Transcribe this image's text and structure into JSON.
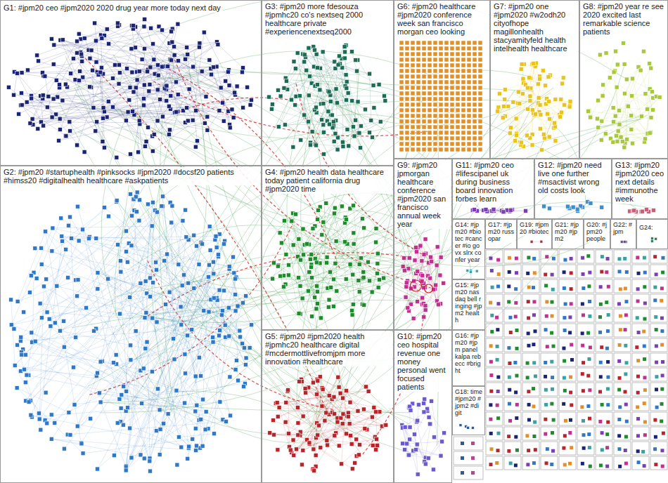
{
  "diagram": {
    "nodes": [
      {
        "text": [
          "G1: #jpm20 ceo #jpm2020 2020 drug year more today next day"
        ]
      },
      {
        "text": [
          "G2: #jpm20 #startuphealth #pinksocks #jpm2020 #docsf20 patients #himss20 #digitalhealth healthcare #askpatients"
        ]
      },
      {
        "text": [
          "G3: #jpm20 more fdesouza #jpmhc20 co's nextseq 2000 healthcare private #experiencenextseq2000"
        ]
      },
      {
        "text": [
          "G4: #jpm20 health data healthcare today patient california drug #jpm2020 time"
        ]
      },
      {
        "text": [
          "G5: #jpm20 #jpm2020 health #jpmhc20 healthcare digital #mcdermottlivefromjpm more innovation #healthcare"
        ]
      },
      {
        "text": [
          "G6: #jpm20 healthcare #jpm2020 conference week san francisco morgan ceo looking"
        ]
      },
      {
        "text": [
          "G7: #jpm20 one #jpm2020 #w2odh20 cityofhope magillonhealth stacyamityfeld health intelhealth healthcare"
        ]
      },
      {
        "text": [
          "G8: #jpm20 year re see 2020 excited last remarkable science patients"
        ]
      },
      {
        "text": [
          "G9: #jpm20 jpmorgan healthcare conference #jpm2020 san francisco annual week year"
        ]
      },
      {
        "text": [
          "G10: #jpm20 ceo hospital revenue one money personal went focused patients"
        ]
      },
      {
        "text": [
          "G11: #jpm20 ceo #lifescipanel uk during business board innovation forbes learn"
        ]
      },
      {
        "text": [
          "G12: #jpm20 need live one further #msactivist wrong old costs look"
        ]
      },
      {
        "text": [
          "G13: #jpm20 #jpm2020 ceo next details #immunothe week"
        ]
      },
      {
        "text": [
          "G14: #jpm20 #biotec #cancer #io govx slrx confer year"
        ]
      },
      {
        "text": [
          "G15: #jpm20 nasdaq bell ringing #jpm2 health"
        ]
      },
      {
        "text": [
          "G16: #jpm20 #jpm panel kalpa rebecc #bright"
        ]
      },
      {
        "text": [
          "G17: #jpm20 russopar"
        ]
      },
      {
        "text": [
          "G18: time #jpm20 #jpm2 #digit"
        ]
      },
      {
        "text": [
          "G19: #jpm20 #biotec"
        ]
      },
      {
        "text": [
          "G20: #jpm20 people"
        ]
      },
      {
        "text": [
          "G21: #jpm20 #jpm2"
        ]
      },
      {
        "text": [
          "G22: #jpm"
        ]
      },
      {
        "text": [
          "G24:"
        ]
      }
    ]
  }
}
